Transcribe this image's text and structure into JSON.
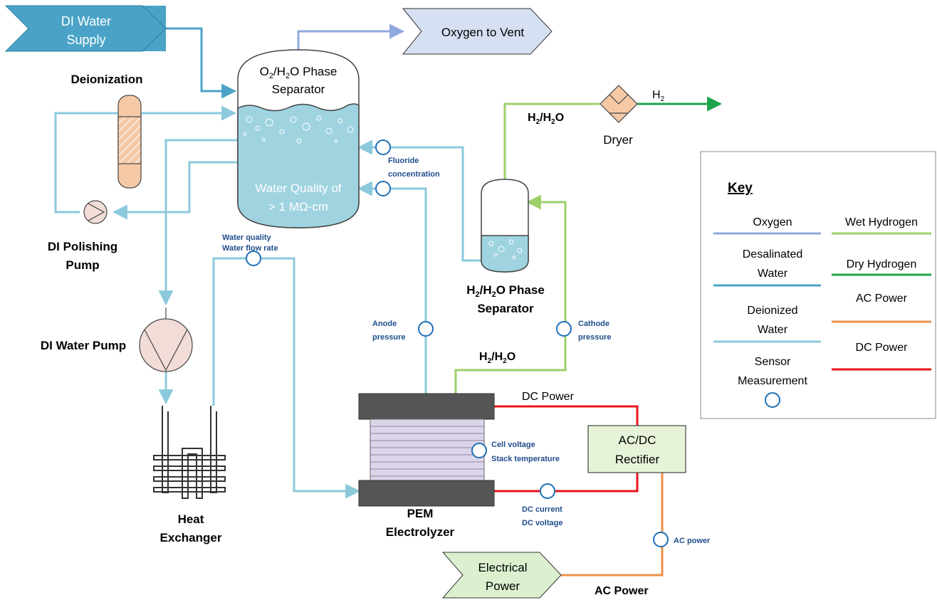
{
  "colors": {
    "oxygen": "#8fa9dc",
    "desalinated_water": "#4aa3c6",
    "deionized_water": "#8cc9dc",
    "wet_hydrogen": "#9ccf6a",
    "dry_hydrogen": "#1fa34a",
    "ac_power": "#e8914c",
    "dc_power": "#e8141b",
    "sensor": "#1f6fb5",
    "water_fill": "#9fd3e0",
    "electrolyzer_dark": "#555555",
    "electrolyzer_cells": "#dcd5e8"
  },
  "inputs": {
    "di_water_supply": "DI Water\nSupply",
    "electrical_power": "Electrical\nPower"
  },
  "outputs": {
    "oxygen_vent": "Oxygen to Vent",
    "h2_out_label": "H",
    "h2_out_sub": "2"
  },
  "components": {
    "o2_separator_line1_a": "O",
    "o2_separator_line1_sub1": "2",
    "o2_separator_line1_b": "/H",
    "o2_separator_line1_sub2": "2",
    "o2_separator_line1_c": "O Phase",
    "o2_separator_line2": "Separator",
    "water_quality_line1": "Water Quality of",
    "water_quality_line2": "> 1 MΩ-cm",
    "deionization": "Deionization",
    "di_polishing_pump_line1": "DI Polishing",
    "di_polishing_pump_line2": "Pump",
    "di_water_pump": "DI Water Pump",
    "heat_exchanger_line1": "Heat",
    "heat_exchanger_line2": "Exchanger",
    "pem_line1": "PEM",
    "pem_line2": "Electrolyzer",
    "h2_separator_line1_a": "H",
    "h2_separator_line1_sub1": "2",
    "h2_separator_line1_b": "/H",
    "h2_separator_line1_sub2": "2",
    "h2_separator_line1_c": "O Phase",
    "h2_separator_line2": "Separator",
    "dryer": "Dryer",
    "rectifier_line1": "AC/DC",
    "rectifier_line2": "Rectifier"
  },
  "flow_labels": {
    "h2h2o_top_a": "H",
    "h2h2o_top_sub1": "2",
    "h2h2o_top_b": "/H",
    "h2h2o_top_sub2": "2",
    "h2h2o_top_c": "O",
    "h2h2o_mid_a": "H",
    "h2h2o_mid_sub1": "2",
    "h2h2o_mid_b": "/H",
    "h2h2o_mid_sub2": "2",
    "h2h2o_mid_c": "O",
    "dc_power": "DC Power",
    "ac_power": "AC Power"
  },
  "sensors": {
    "fluoride_line1": "Fluoride",
    "fluoride_line2": "concentration",
    "water_quality": "Water quality",
    "water_flow_rate": "Water flow rate",
    "anode_line1": "Anode",
    "anode_line2": "pressure",
    "cathode_line1": "Cathode",
    "cathode_line2": "pressure",
    "cell_voltage": "Cell voltage",
    "stack_temperature": "Stack temperature",
    "dc_current": "DC current",
    "dc_voltage": "DC voltage",
    "ac_power": "AC power"
  },
  "key": {
    "title": "Key",
    "oxygen": "Oxygen",
    "wet_hydrogen": "Wet Hydrogen",
    "desalinated_line1": "Desalinated",
    "desalinated_line2": "Water",
    "dry_hydrogen": "Dry Hydrogen",
    "deionized_line1": "Deionized",
    "deionized_line2": "Water",
    "ac_power": "AC Power",
    "sensor_line1": "Sensor",
    "sensor_line2": "Measurement",
    "dc_power": "DC Power"
  }
}
